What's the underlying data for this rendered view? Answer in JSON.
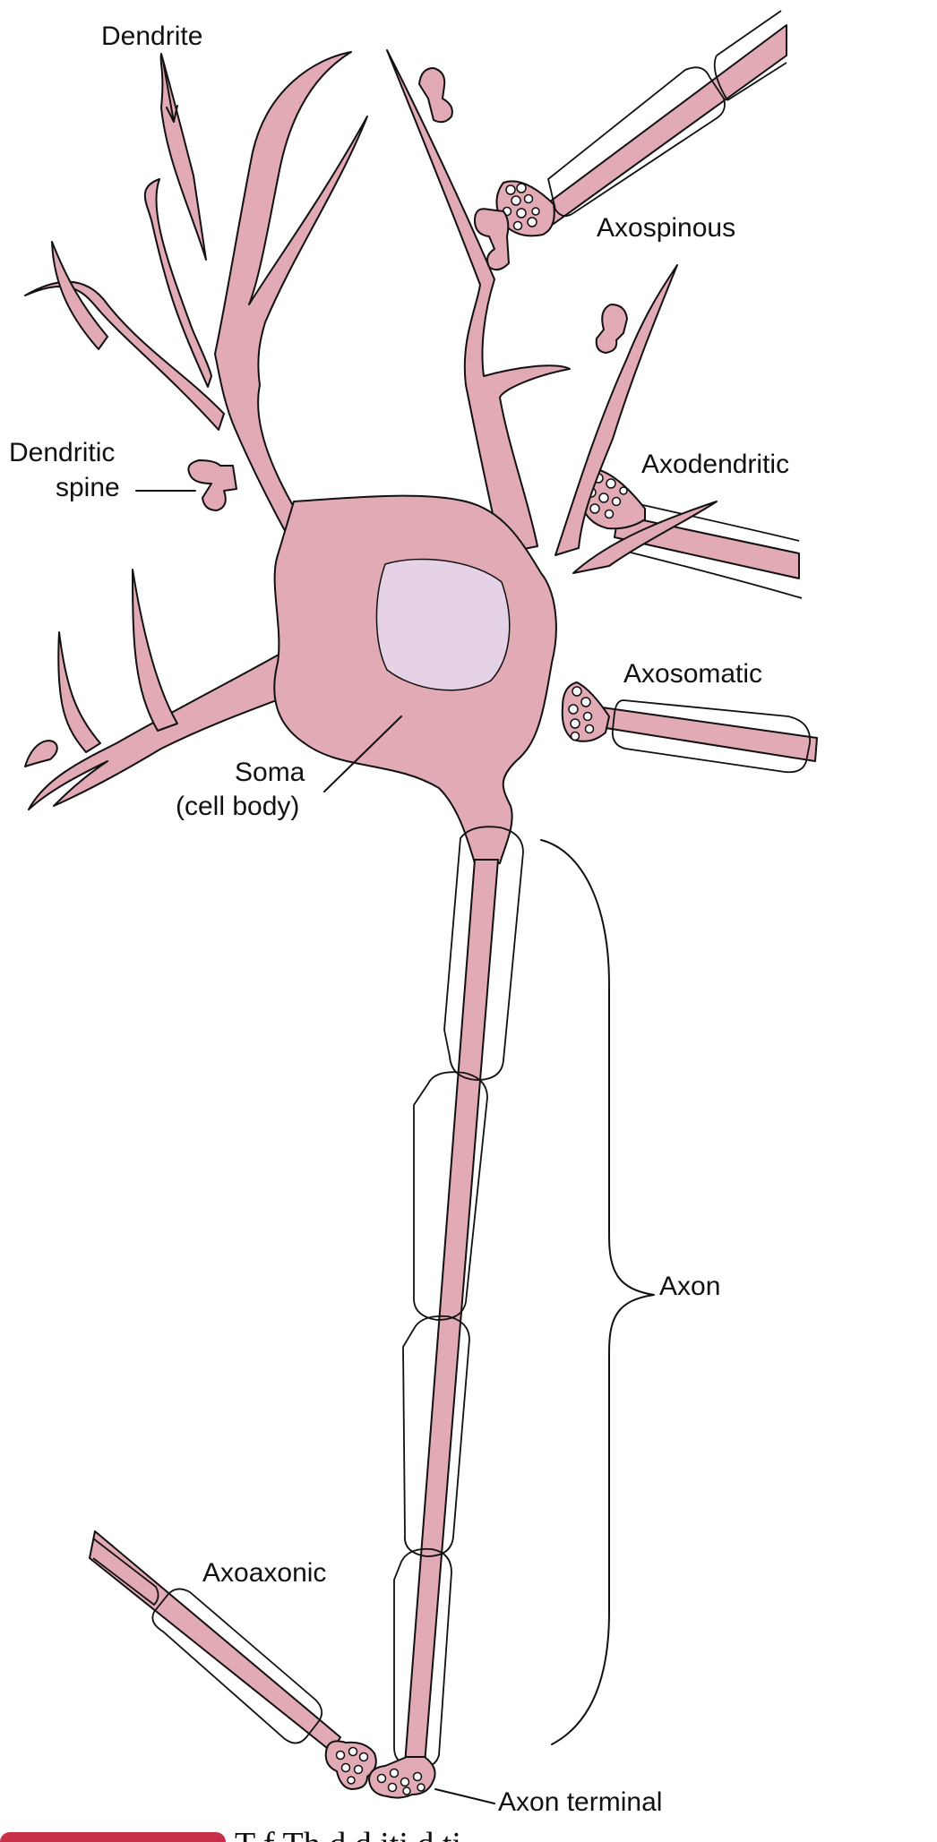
{
  "labels": {
    "dendrite": "Dendrite",
    "dendritic_spine_1": "Dendritic",
    "dendritic_spine_2": "spine",
    "axospinous": "Axospinous",
    "axodendritic": "Axodendritic",
    "axosomatic": "Axosomatic",
    "soma_1": "Soma",
    "soma_2": "(cell body)",
    "axon": "Axon",
    "axoaxonic": "Axoaxonic",
    "axon_terminal": "Axon terminal"
  },
  "caption": {
    "text": "T    f          Th  d  d iti   d     ti"
  },
  "colors": {
    "cell_fill": "#e1aab5",
    "nucleus_fill": "#e6d2e6",
    "caption_badge": "#c8304a",
    "line": "#111111"
  }
}
